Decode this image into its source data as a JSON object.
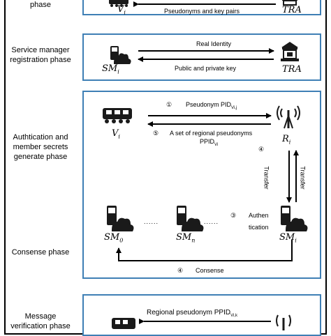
{
  "phases": [
    {
      "label": "phase"
    },
    {
      "label": "Service manager\nregistration phase"
    },
    {
      "label": "Authtication and\nmember secrets\ngenerate phase"
    },
    {
      "label": "Consense phase"
    },
    {
      "label": "Message\nverification phase"
    }
  ],
  "box1": {
    "left_node": "V",
    "left_sub": "i",
    "right_node": "TRA",
    "arrow_label": "Pseudonyms and key pairs"
  },
  "box2": {
    "left_node": "SM",
    "left_sub": "i",
    "right_node": "TRA",
    "top_arrow": "Real Identity",
    "bottom_arrow": "Public and private key"
  },
  "box3": {
    "vehicle": "V",
    "vehicle_sub": "i",
    "rsu": "R",
    "rsu_sub": "i",
    "step1_num": "①",
    "step1_text": "Pseudonym PID",
    "step1_sub": "Vi,j",
    "step5_num": "⑤",
    "step5_text": "A set of regional pseudonyms",
    "step5_text2": "PPID",
    "step5_sub": "Vi",
    "step4_num": "④",
    "transfer_left": "Transfer",
    "transfer_right": "Transfer",
    "sm0": "SM",
    "sm0_sub": "0",
    "smn": "SM",
    "smn_sub": "n",
    "smi": "SM",
    "smi_sub": "i",
    "dots1": "......",
    "dots2": "......",
    "step3_num": "③",
    "auth_text1": "Authen",
    "auth_text2": "tication",
    "consense_num": "④",
    "consense_text": "Consense"
  },
  "box5": {
    "arrow_label": "Regional pseudonym PPID",
    "arrow_sub": "Vi,k"
  },
  "colors": {
    "box_border": "#3e7fb5",
    "icon_dark": "#1a1a1a",
    "text": "#000000"
  }
}
